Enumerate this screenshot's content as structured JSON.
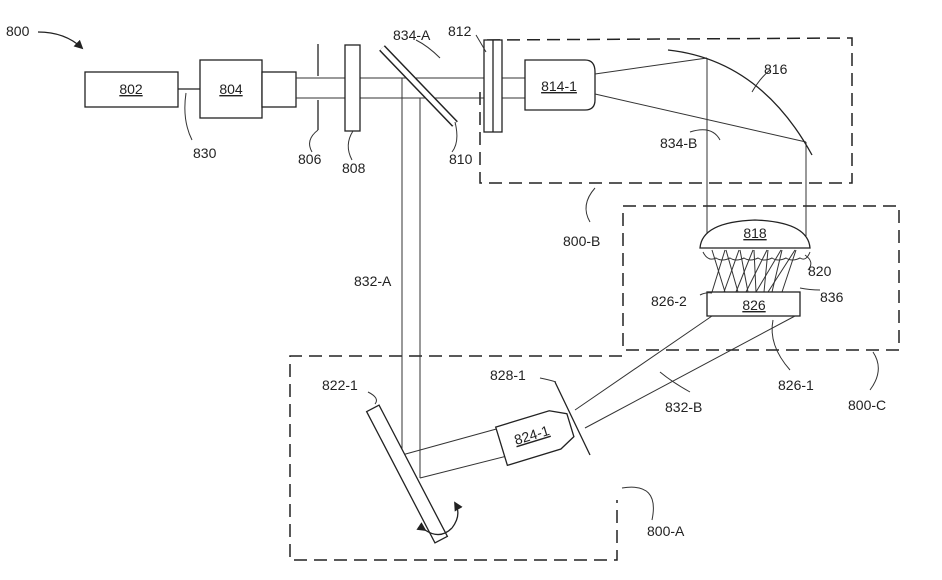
{
  "figure_number": "800",
  "labels": {
    "l802": "802",
    "l804": "804",
    "l806": "806",
    "l808": "808",
    "l810": "810",
    "l812": "812",
    "l814_1": "814-1",
    "l816": "816",
    "l818": "818",
    "l820": "820",
    "l822_1": "822-1",
    "l824_1": "824-1",
    "l826": "826",
    "l826_1": "826-1",
    "l826_2": "826-2",
    "l828_1": "828-1",
    "l830": "830",
    "l832_a": "832-A",
    "l832_b": "832-B",
    "l834_a": "834-A",
    "l834_b": "834-B",
    "l836": "836",
    "l800_a": "800-A",
    "l800_b": "800-B",
    "l800_c": "800-C"
  }
}
